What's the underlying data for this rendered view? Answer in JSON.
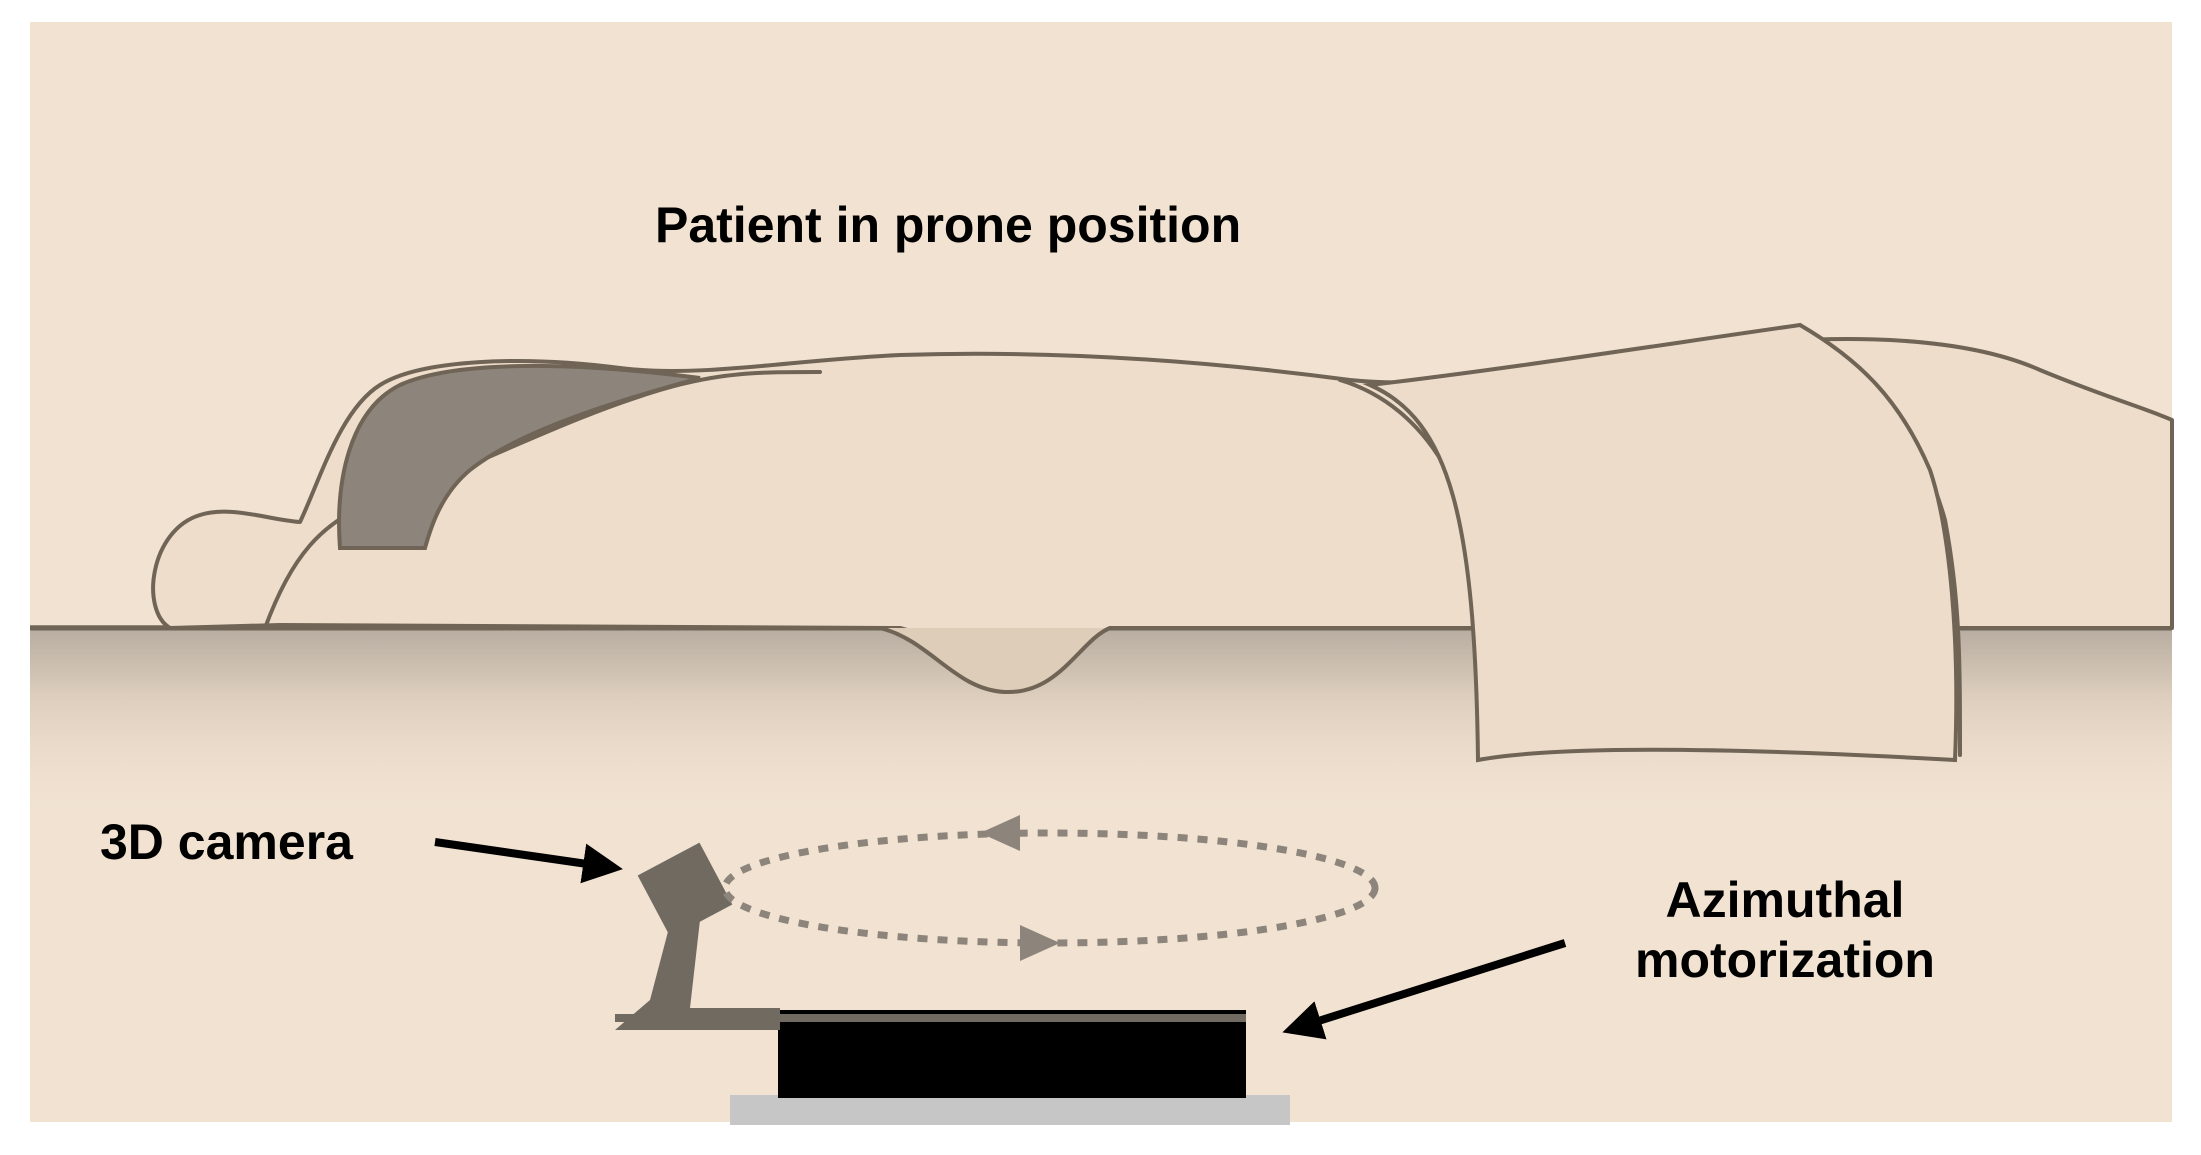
{
  "figure": {
    "title": "Patient in prone position",
    "labels": {
      "camera": "3D camera",
      "motor_line1": "Azimuthal",
      "motor_line2": "motorization"
    }
  },
  "colors": {
    "background": "#f1e2d1",
    "outline": "#6f6455",
    "dark_gray": "#706a61",
    "hair": "#8d857b",
    "base": "#000000",
    "floor": "#c6c6c6",
    "arrow": "#000000"
  }
}
